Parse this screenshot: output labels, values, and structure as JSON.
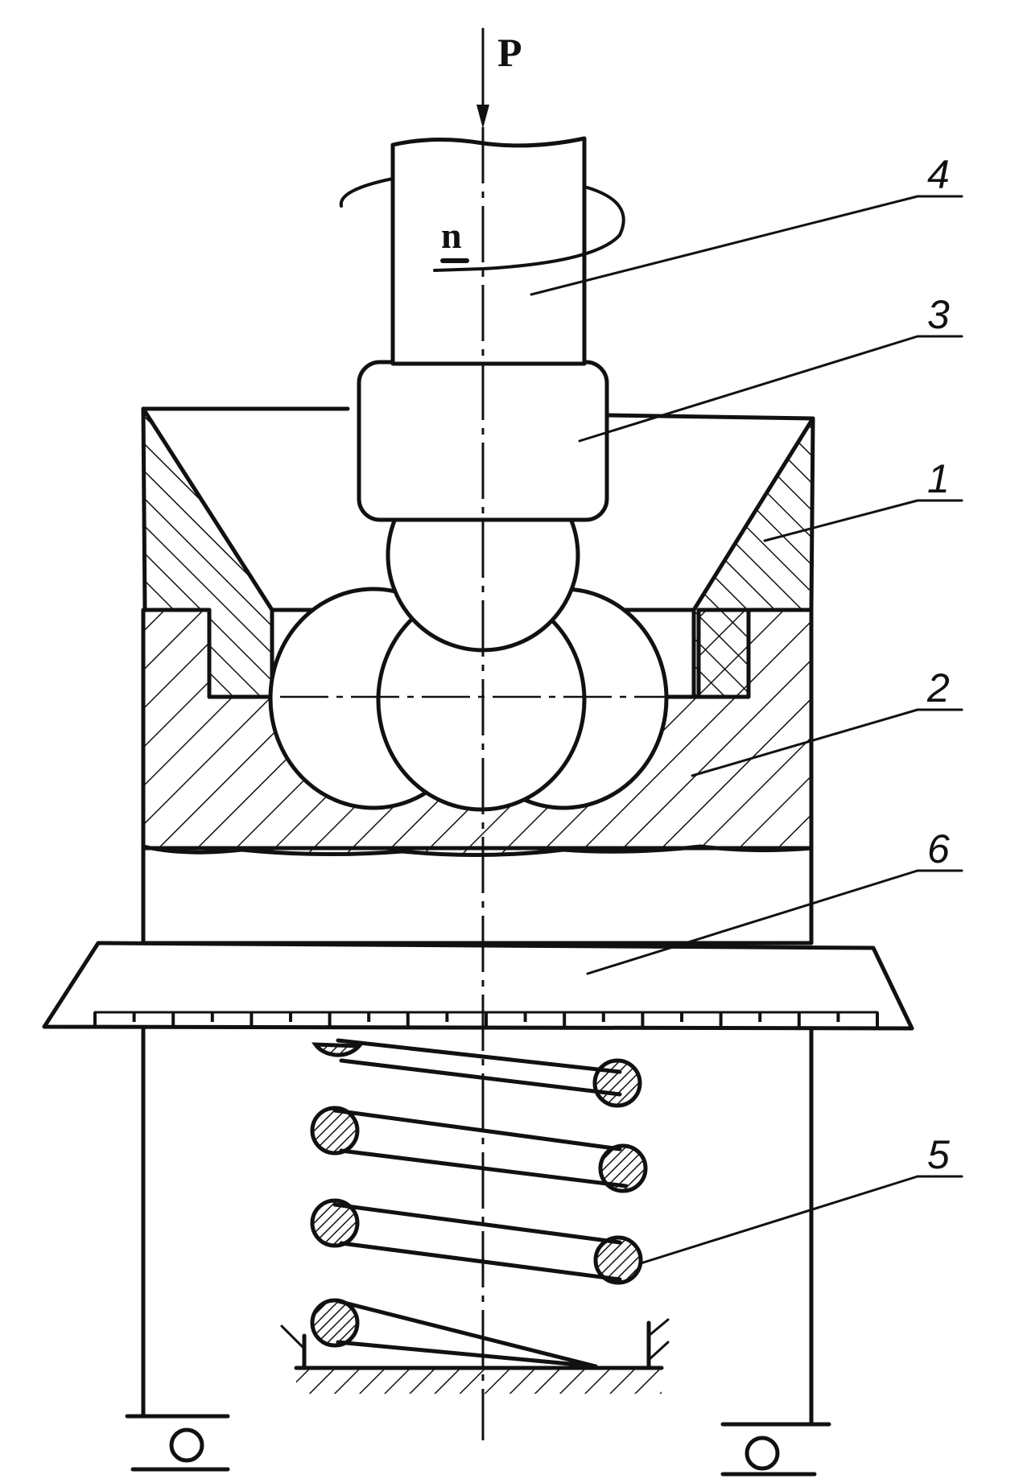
{
  "labels": {
    "force": "P",
    "rotation": "n",
    "part1": "1",
    "part2": "2",
    "part3": "3",
    "part4": "4",
    "part5": "5",
    "part6": "6"
  },
  "colors": {
    "ink": "#111111",
    "paper": "#ffffff"
  }
}
